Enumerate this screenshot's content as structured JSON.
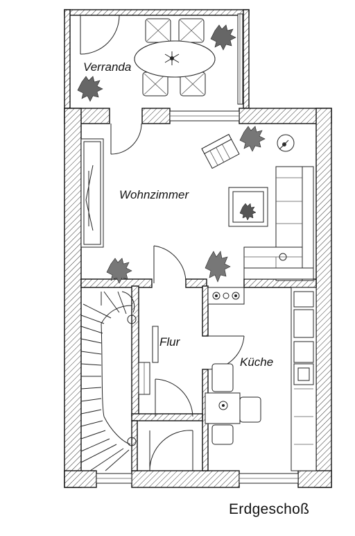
{
  "rooms": {
    "veranda": "Verranda",
    "wohnzimmer": "Wohnzimmer",
    "flur": "Flur",
    "kueche": "Küche"
  },
  "caption": "Erdgeschoß"
}
